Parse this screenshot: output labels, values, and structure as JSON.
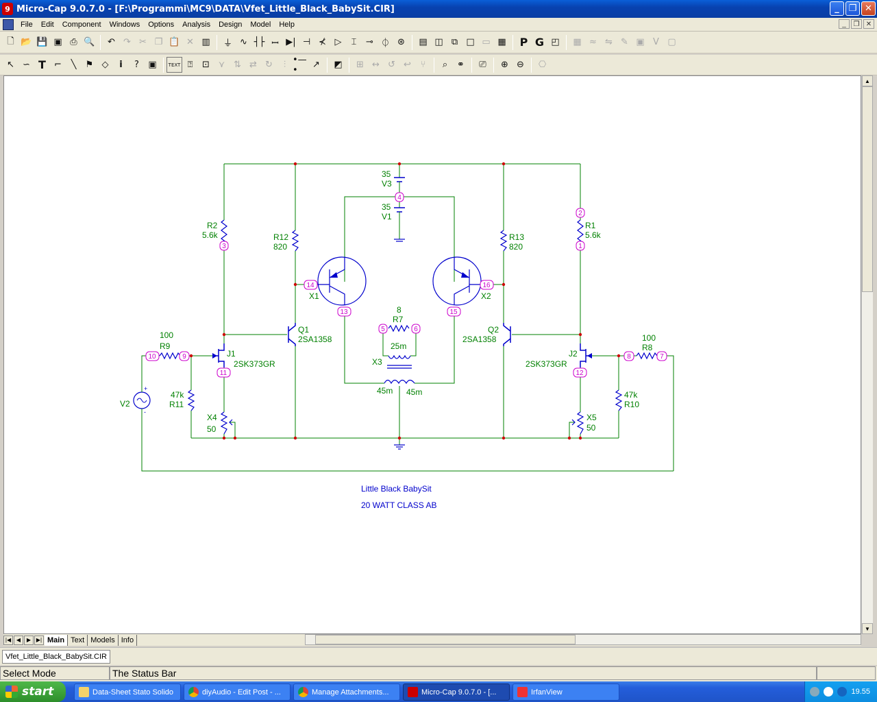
{
  "window": {
    "title": "Micro-Cap 9.0.7.0 - [F:\\Programmi\\MC9\\DATA\\Vfet_Little_Black_BabySit.CIR]",
    "app_icon_letter": "9",
    "buttons": {
      "minimize": "_",
      "maximize": "❐",
      "close": "✕"
    }
  },
  "menu": [
    "File",
    "Edit",
    "Component",
    "Windows",
    "Options",
    "Analysis",
    "Design",
    "Model",
    "Help"
  ],
  "mdi_buttons": [
    "_",
    "❐",
    "✕"
  ],
  "toolbar1_icons": [
    "new-icon",
    "open-icon",
    "save-icon",
    "save-all-icon",
    "print-icon",
    "print-preview-icon",
    "undo-icon",
    "redo-icon",
    "cut-icon",
    "copy-icon",
    "paste-icon",
    "delete-icon",
    "select-all-icon",
    "ground-icon",
    "resistor-icon",
    "capacitor-icon",
    "inductor-icon",
    "diode-icon",
    "battery-icon",
    "npn-icon",
    "opamp-icon",
    "jfet-icon",
    "switch-icon",
    "source-icon",
    "current-source-icon",
    "window-icon",
    "layout-icon",
    "cascade-icon",
    "tile-icon",
    "page-icon",
    "calculator-icon",
    "p-icon",
    "g-icon",
    "panel-icon"
  ],
  "toolbar2_icons": [
    "select-icon",
    "wire-icon",
    "text-icon",
    "wire2-icon",
    "line-icon",
    "shape-icon",
    "flag-icon",
    "info-icon",
    "help-icon",
    "probe-icon"
  ],
  "schematic": {
    "V3": {
      "name": "V3",
      "value": "35"
    },
    "V1": {
      "name": "V1",
      "value": "35"
    },
    "V2": {
      "name": "V2"
    },
    "R2": {
      "name": "R2",
      "value": "5.6k"
    },
    "R1": {
      "name": "R1",
      "value": "5.6k"
    },
    "R12": {
      "name": "R12",
      "value": "820"
    },
    "R13": {
      "name": "R13",
      "value": "820"
    },
    "R9": {
      "name": "R9",
      "value": "100"
    },
    "R8": {
      "name": "R8",
      "value": "100"
    },
    "R11": {
      "name": "R11",
      "value": "47k"
    },
    "R10": {
      "name": "R10",
      "value": "47k"
    },
    "R7": {
      "name": "R7",
      "value": "8"
    },
    "X1": {
      "name": "X1"
    },
    "X2": {
      "name": "X2"
    },
    "X3": {
      "name": "X3",
      "l1": "25m",
      "l2": "45m",
      "l3": "45m"
    },
    "X4": {
      "name": "X4",
      "value": "50"
    },
    "X5": {
      "name": "X5",
      "value": "50"
    },
    "Q1": {
      "name": "Q1",
      "model": "2SA1358"
    },
    "Q2": {
      "name": "Q2",
      "model": "2SA1358"
    },
    "J1": {
      "name": "J1",
      "model": "2SK373GR"
    },
    "J2": {
      "name": "J2",
      "model": "2SK373GR"
    },
    "nodes": {
      "n1": "1",
      "n2": "2",
      "n3": "3",
      "n4": "4",
      "n5": "5",
      "n6": "6",
      "n7": "7",
      "n8": "8",
      "n9": "9",
      "n10": "10",
      "n11": "11",
      "n12": "12",
      "n13": "13",
      "n14": "14",
      "n15": "15",
      "n16": "16"
    },
    "title1": "Little Black BabySit",
    "title2": "20 WATT CLASS AB",
    "colors": {
      "wire": "#008000",
      "node": "#cc00cc",
      "label": "#008000",
      "title": "#0000cc",
      "dot": "#cc0000",
      "device": "#0000cc"
    }
  },
  "sheet_tabs": [
    "Main",
    "Text",
    "Models",
    "Info"
  ],
  "active_sheet": "Main",
  "file_tab": "Vfet_Little_Black_BabySit.CIR",
  "status": {
    "mode": "Select Mode",
    "message": "The Status Bar"
  },
  "taskbar": {
    "start": "start",
    "tasks": [
      "Data-Sheet Stato Solido",
      "diyAudio - Edit Post - ...",
      "Manage Attachments...",
      "Micro-Cap 9.0.7.0 - [...",
      "IrfanView"
    ],
    "time": "19.55"
  }
}
